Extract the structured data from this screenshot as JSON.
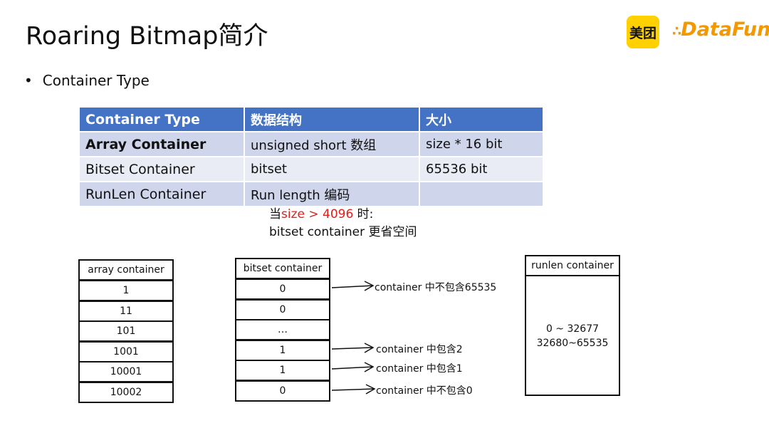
{
  "slide": {
    "title": "Roaring Bitmap简介",
    "logo_meituan": "美团",
    "logo_datafun": "DataFun.",
    "bullet": "Container Type"
  },
  "table": {
    "headers": [
      "Container Type",
      "数据结构",
      "大小"
    ],
    "rows": [
      [
        "Array Container",
        "unsigned  short 数组",
        "size * 16 bit"
      ],
      [
        "Bitset Container",
        "bitset",
        "65536 bit"
      ],
      [
        "RunLen Container",
        "Run length 编码",
        ""
      ]
    ]
  },
  "note": {
    "prefix": "当",
    "condition": "size > 4096",
    "suffix": " 时:",
    "line2": "bitset container 更省空间"
  },
  "diagram": {
    "array": {
      "header": "array container",
      "values": [
        "1",
        "11",
        "101",
        "1001",
        "10001",
        "10002"
      ]
    },
    "bitset": {
      "header": "bitset container",
      "values": [
        "0",
        "0",
        "…",
        "1",
        "1",
        "0"
      ],
      "annotations": [
        "container 中不包含65535",
        "container 中包含2",
        "container 中包含1",
        "container 中不包含0"
      ]
    },
    "runlen": {
      "header": "runlen container",
      "line1": "0 ~ 32677",
      "line2": "32680~65535"
    }
  },
  "colors": {
    "header_bg": "#4472c4",
    "row_dark": "#cfd5ea",
    "row_light": "#e9ebf5",
    "highlight": "#e0201c",
    "logo_yellow": "#ffd100",
    "logo_orange": "#f39800"
  }
}
